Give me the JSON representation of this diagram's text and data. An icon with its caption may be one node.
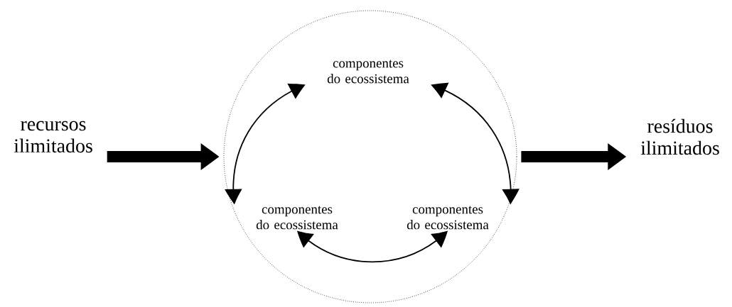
{
  "diagram": {
    "nodes": [
      {
        "text": [
          "recursos ilimitados"
        ]
      },
      {
        "text": [],
        "shape": "circle"
      },
      {
        "text": [
          "componentes do ecossistema"
        ],
        "in": 1
      },
      {
        "text": [
          "componentes do ecossistema"
        ],
        "in": 1
      },
      {
        "text": [
          "componentes do ecossistema"
        ],
        "in": 1
      },
      {
        "text": [
          "resíduos ilimitados"
        ]
      }
    ],
    "edges": [
      {
        "from": 0,
        "to": 1,
        "arrow": "to",
        "style": "thick"
      },
      {
        "from": 2,
        "to": 3,
        "arrow": "both"
      },
      {
        "from": 2,
        "to": 4,
        "arrow": "both"
      },
      {
        "from": 3,
        "to": 4,
        "arrow": "both"
      },
      {
        "from": 1,
        "to": 5,
        "arrow": "to",
        "style": "thick"
      }
    ]
  }
}
